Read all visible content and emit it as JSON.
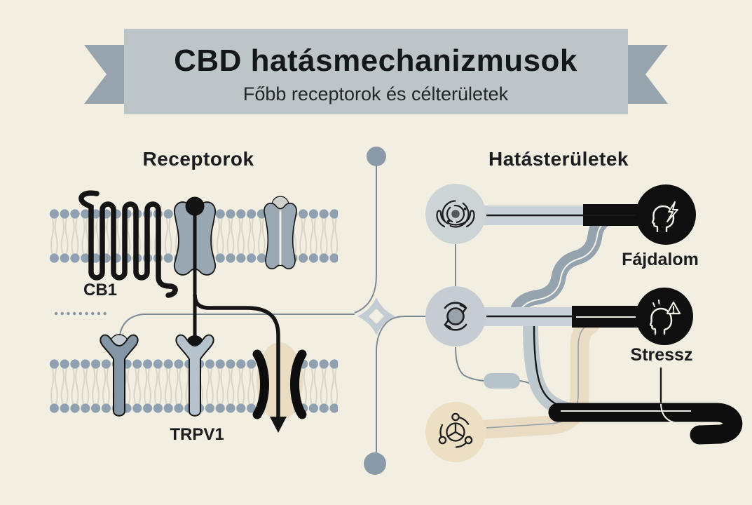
{
  "banner": {
    "title": "CBD hatásmechanizmusok",
    "subtitle": "Főbb receptorok és célterületek"
  },
  "sections": {
    "left_heading": "Receptorok",
    "right_heading": "Hatásterületek"
  },
  "receptors": {
    "cb1_label": "CB1",
    "trpv1_label": "TRPV1",
    "items": [
      "cb1-serpentine-receptor",
      "ion-channel-receptor",
      "gpcr-receptor",
      "y-receptor-light-ligand",
      "trpv1-y-receptor",
      "open-channel-with-arrow"
    ]
  },
  "sources": [
    {
      "icon": "hands-holding-orb-icon"
    },
    {
      "icon": "cycle-arrows-icon"
    },
    {
      "icon": "molecule-network-icon"
    }
  ],
  "targets": [
    {
      "label": "Fájdalom",
      "icon": "head-lightning-icon"
    },
    {
      "label": "Stressz",
      "icon": "head-warning-triangle-icon"
    }
  ],
  "colors": {
    "background": "#f2eee2",
    "banner_panel": "#bcc5c8",
    "banner_tail": "#97a4ae",
    "fold_black": "#0c0e10",
    "node_blue": "#8b9aa9",
    "membrane_head": "#8fa1b0",
    "flow_light": "#c9d1d6",
    "flow_medium": "#95a3af",
    "flow_beige": "#e9dcc2",
    "flow_black": "#0f0f0f",
    "source_circle": "#cdd4d6",
    "molecule_circle": "#ecdfc4"
  }
}
